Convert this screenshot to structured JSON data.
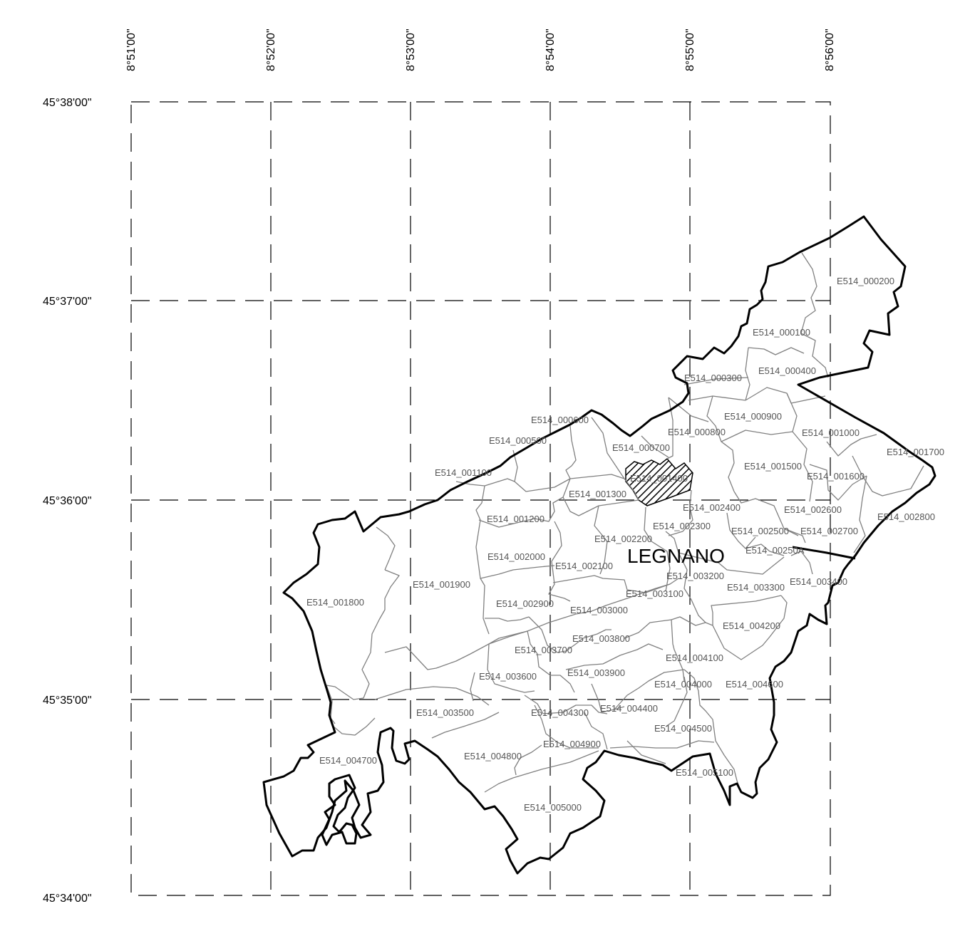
{
  "map": {
    "city_name": "LEGNANO",
    "longitude_labels": [
      "8°51'00\"",
      "8°52'00\"",
      "8°53'00\"",
      "8°54'00\"",
      "8°55'00\"",
      "8°56'00\""
    ],
    "latitude_labels": [
      "45°38'00\"",
      "45°37'00\"",
      "45°36'00\"",
      "45°35'00\"",
      "45°34'00\""
    ],
    "highlighted_section": "E514_001400",
    "sections": [
      "E514_000200",
      "E514_000100",
      "E514_000400",
      "E514_000300",
      "E514_000900",
      "E514_000600",
      "E514_000800",
      "E514_001000",
      "E514_000500",
      "E514_000700",
      "E514_001500",
      "E514_001700",
      "E514_001100",
      "E514_001400",
      "E514_001600",
      "E514_001300",
      "E514_002400",
      "E514_002600",
      "E514_002800",
      "E514_001200",
      "E514_002300",
      "E514_002500",
      "E514_002700",
      "E514_002200",
      "E514_00250A",
      "E514_002000",
      "E514_002100",
      "E514_003200",
      "E514_003400",
      "E514_001900",
      "E514_003100",
      "E514_003300",
      "E514_001800",
      "E514_002900",
      "E514_003000",
      "E514_004200",
      "E514_003800",
      "E514_003700",
      "E514_004100",
      "E514_003900",
      "E514_003600",
      "E514_004000",
      "E514_004600",
      "E514_003500",
      "E514_004300",
      "E514_004400",
      "E514_004500",
      "E514_004900",
      "E514_004800",
      "E514_004700",
      "E514_005100",
      "E514_005000"
    ]
  }
}
